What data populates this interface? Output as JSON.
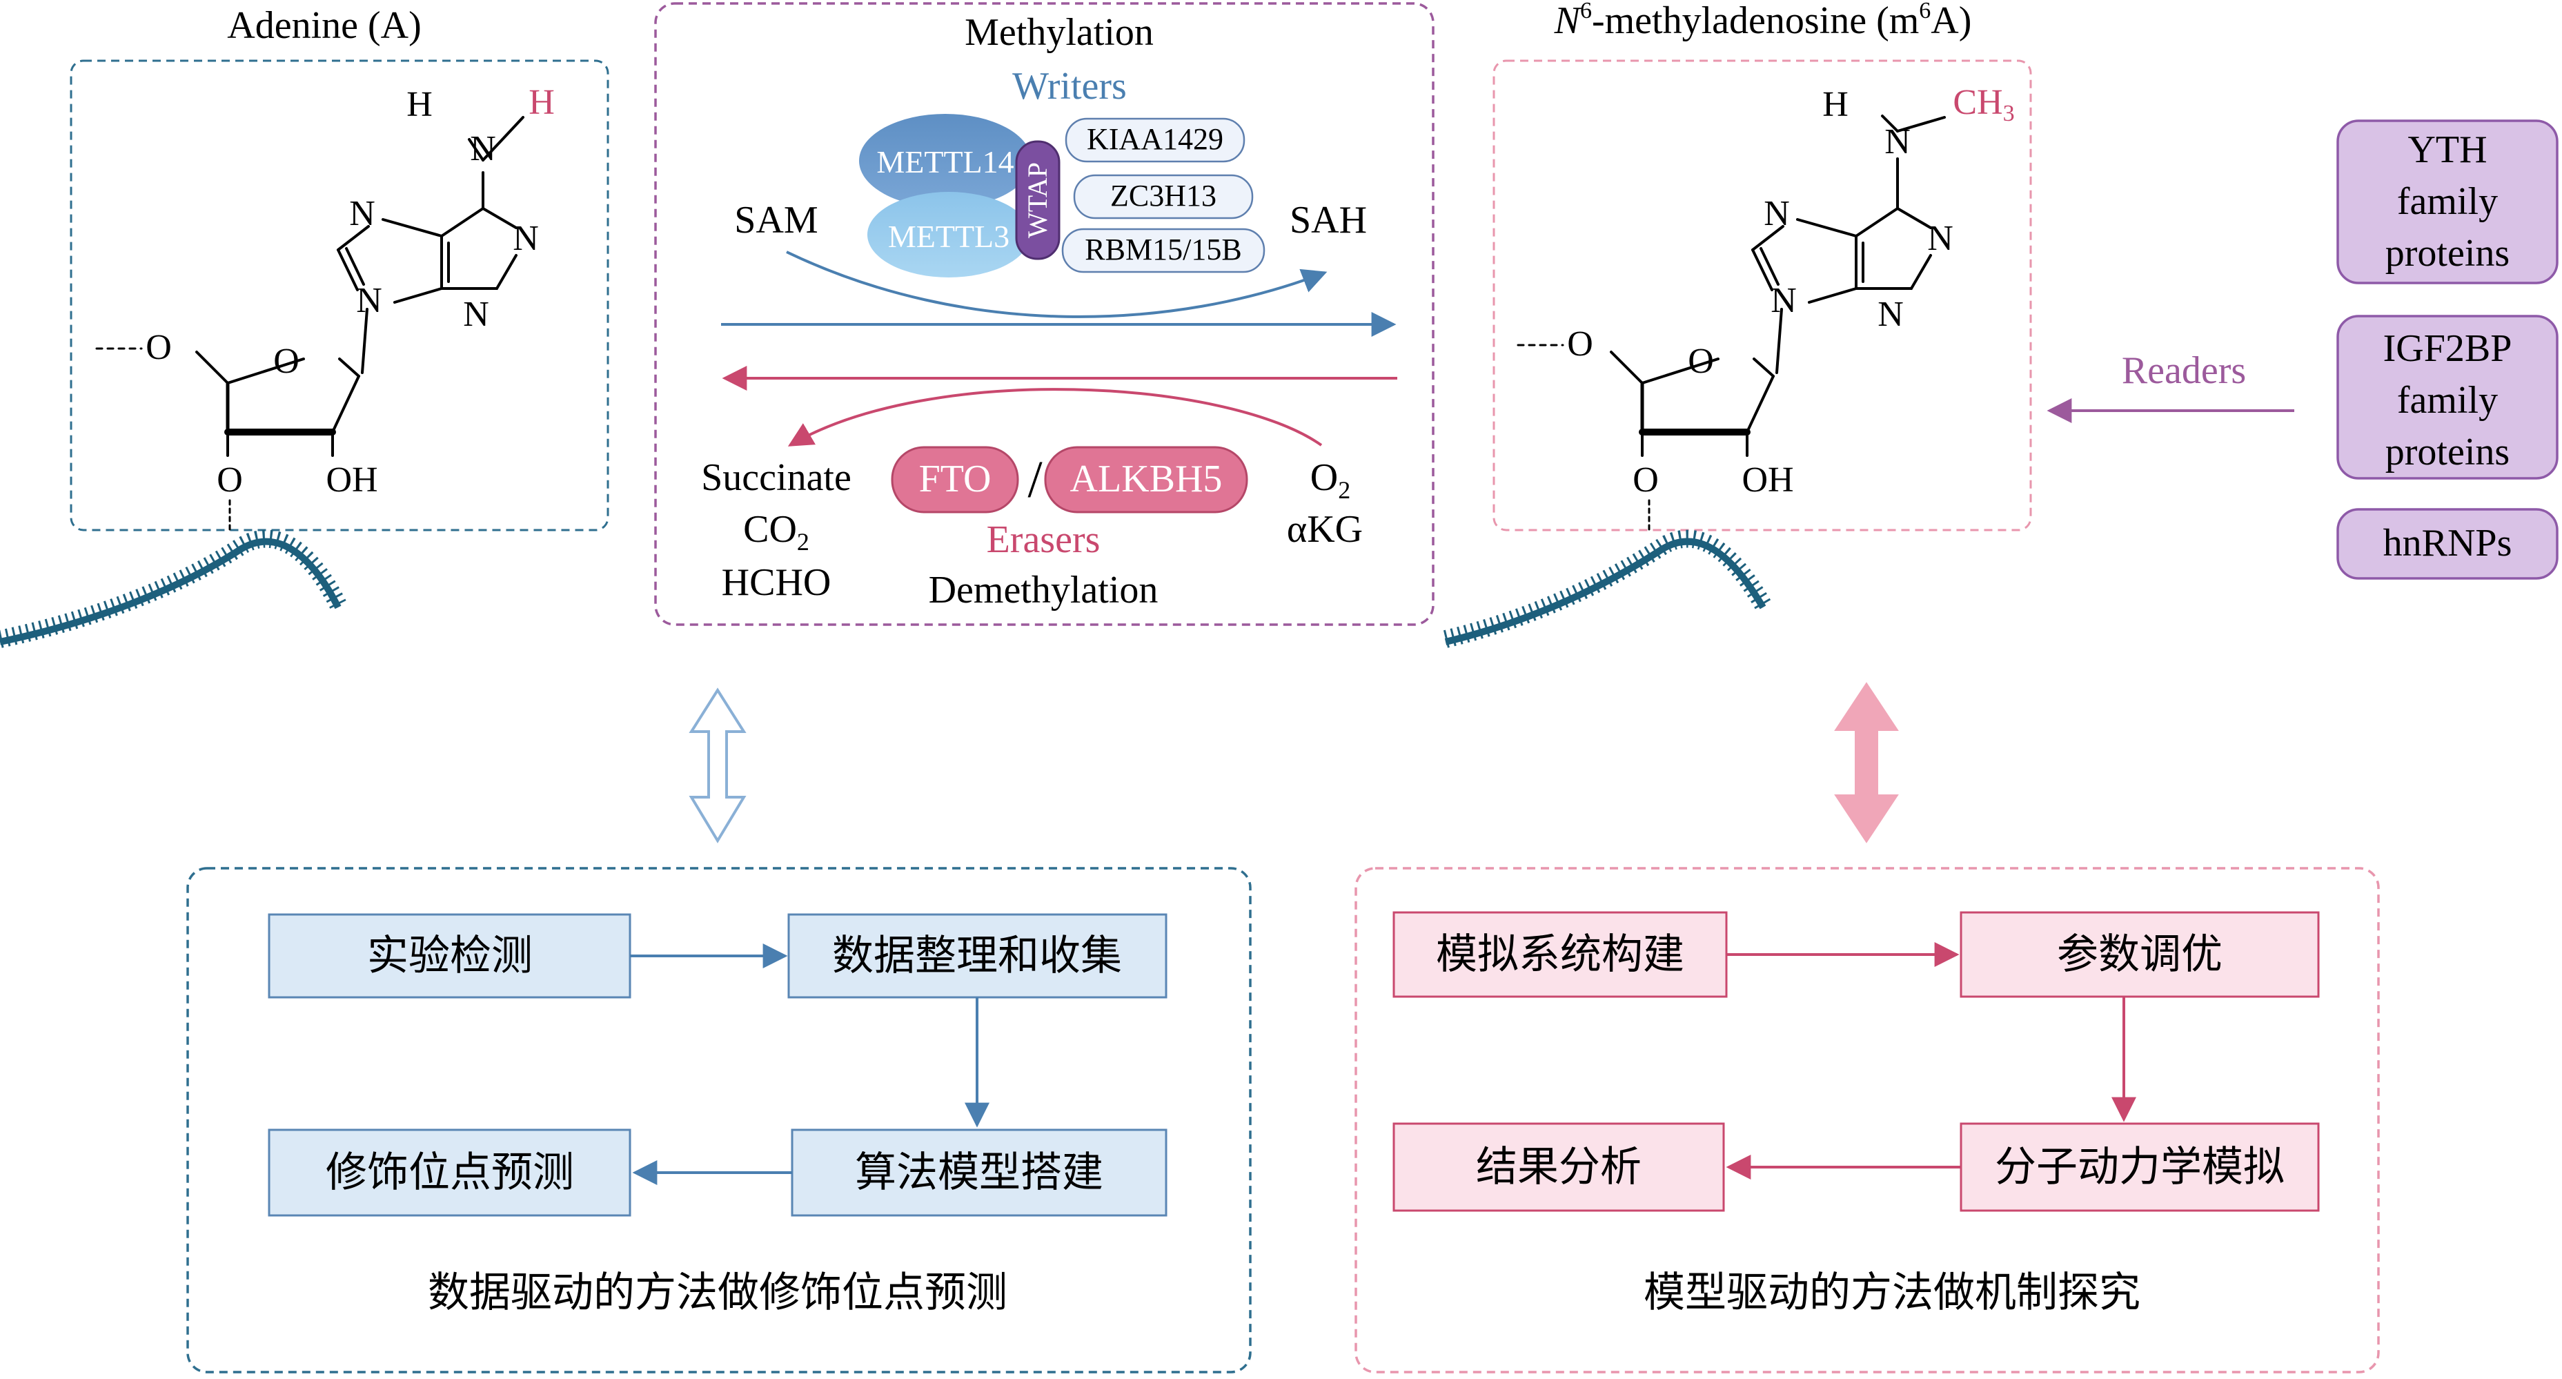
{
  "molecules": {
    "adenine": {
      "title": "Adenine (A)",
      "h_left": "H",
      "h_right": "H"
    },
    "m6a": {
      "title_italic": "N",
      "title_sup": "6",
      "title_rest": "-methyladenosine (m",
      "title_sup2": "6",
      "title_end": "A)",
      "h_left": "H",
      "ch3": "CH",
      "ch3_sub": "3"
    },
    "atoms": {
      "n": "N",
      "o": "O",
      "oh": "OH",
      "o_ring": "O",
      "o_link": "O"
    }
  },
  "methylation_box": {
    "title": "Methylation",
    "writers_label": "Writers",
    "writers": {
      "mettl14": "METTL14",
      "mettl3": "METTL3",
      "wtap": "WTAP",
      "kiaa1429": "KIAA1429",
      "zc3h13": "ZC3H13",
      "rbm15": "RBM15/15B"
    },
    "sam": "SAM",
    "sah": "SAH",
    "products": [
      "Succinate",
      "CO",
      "HCHO"
    ],
    "co2_sub": "2",
    "cofactor_o2": "O",
    "o2_sub": "2",
    "cofactor_akg": "αKG",
    "erasers": {
      "fto": "FTO",
      "slash": "/",
      "alkbh5": "ALKBH5"
    },
    "erasers_label": "Erasers",
    "bottom_title": "Demethylation"
  },
  "readers": {
    "label": "Readers",
    "items": [
      [
        "YTH",
        "family",
        "proteins"
      ],
      [
        "IGF2BP",
        "family",
        "proteins"
      ],
      [
        "hnRNPs"
      ]
    ]
  },
  "data_driven": {
    "steps": [
      "实验检测",
      "数据整理和收集",
      "算法模型搭建",
      "修饰位点预测"
    ],
    "caption": "数据驱动的方法做修饰位点预测"
  },
  "model_driven": {
    "steps": [
      "模拟系统构建",
      "参数调优",
      "分子动力学模拟",
      "结果分析"
    ],
    "caption": "模型驱动的方法做机制探究"
  },
  "colors": {
    "blue": "#2f6f8f",
    "blue_arrow": "#4a7fb0",
    "purple": "#9c5a9c",
    "pink": "#c9486e",
    "pink_box_border": "#e896ad",
    "reader_fill": "#d9c2e6",
    "reader_stroke": "#8e5aa8",
    "blue_step_fill": "#dbe9f6",
    "pink_step_fill": "#fbe2ea"
  }
}
